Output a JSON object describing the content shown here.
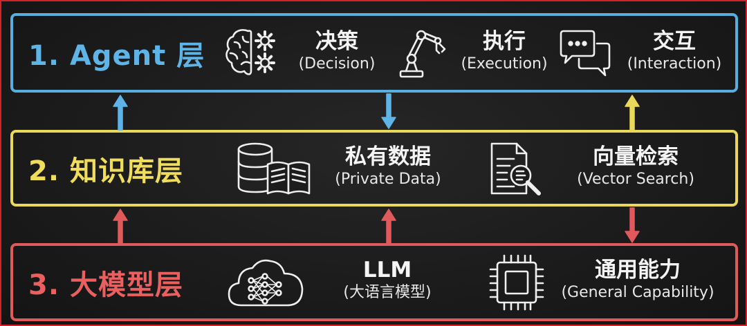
{
  "layers": [
    {
      "title": "1. Agent 层",
      "items": [
        {
          "cn": "决策",
          "en": "(Decision)",
          "icon": "brain-gears-icon"
        },
        {
          "cn": "执行",
          "en": "(Execution)",
          "icon": "robot-arm-icon"
        },
        {
          "cn": "交互",
          "en": "(Interaction)",
          "icon": "chat-bubbles-icon"
        }
      ]
    },
    {
      "title": "2. 知识库层",
      "items": [
        {
          "cn": "私有数据",
          "en": "(Private Data)",
          "icon": "database-book-icon"
        },
        {
          "cn": "向量检索",
          "en": "(Vector Search)",
          "icon": "document-magnifier-icon"
        }
      ]
    },
    {
      "title": "3. 大模型层",
      "items": [
        {
          "cn": "LLM",
          "en": "(大语言模型)",
          "icon": "cloud-neural-network-icon"
        },
        {
          "cn": "通用能力",
          "en": "(General Capability)",
          "icon": "chip-icon"
        }
      ]
    }
  ],
  "colors": {
    "agent": "#59aee0",
    "knowledge": "#e9d85a",
    "llm": "#e05a5c",
    "frame": "#d0242b",
    "background": "#1b1b1b"
  },
  "arrows": [
    {
      "from": "知识库层",
      "to": "Agent 层",
      "icon": "arrow-up-icon"
    },
    {
      "from": "Agent 层",
      "to": "知识库层",
      "icon": "arrow-down-icon"
    },
    {
      "from": "知识库层",
      "to": "Agent 层",
      "icon": "arrow-up-icon"
    },
    {
      "from": "大模型层",
      "to": "知识库层",
      "icon": "arrow-up-icon"
    },
    {
      "from": "大模型层",
      "to": "知识库层",
      "icon": "arrow-up-icon"
    },
    {
      "from": "知识库层",
      "to": "大模型层",
      "icon": "arrow-down-icon"
    }
  ]
}
